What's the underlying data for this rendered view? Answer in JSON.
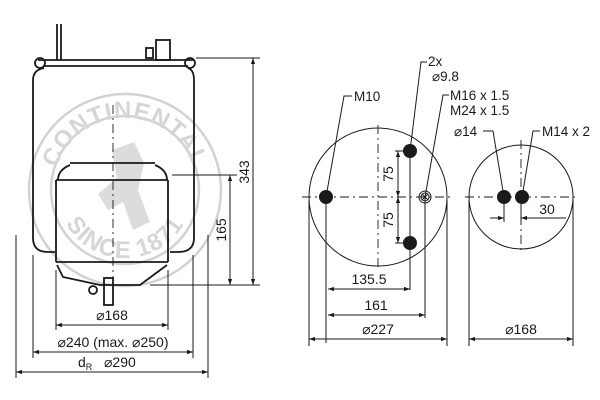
{
  "watermark": {
    "top_text": "CONTINENTAL",
    "bottom_text": "SINCE 1871",
    "color": "#d2d2d2"
  },
  "side_view": {
    "height_total": "343",
    "height_piston": "165",
    "dia_piston": "⌀168",
    "dia_bellow": "⌀240 (max. ⌀250)",
    "dia_rolling_prefix": "d",
    "dia_rolling_sub": "R",
    "dia_rolling": "⌀290"
  },
  "top_plate_view": {
    "label_m10": "M10",
    "label_holes_count": "2x",
    "label_holes_dia": "⌀9.8",
    "label_fitting_1": "M16 x 1.5",
    "label_fitting_2": "M24 x 1.5",
    "dim_75_upper": "75",
    "dim_75_lower": "75",
    "dim_135_5": "135.5",
    "dim_161": "161",
    "dia_plate": "⌀227"
  },
  "bottom_view": {
    "label_dia14": "⌀14",
    "label_m14": "M14 x 2",
    "dim_30": "30",
    "dia_piston": "⌀168"
  }
}
